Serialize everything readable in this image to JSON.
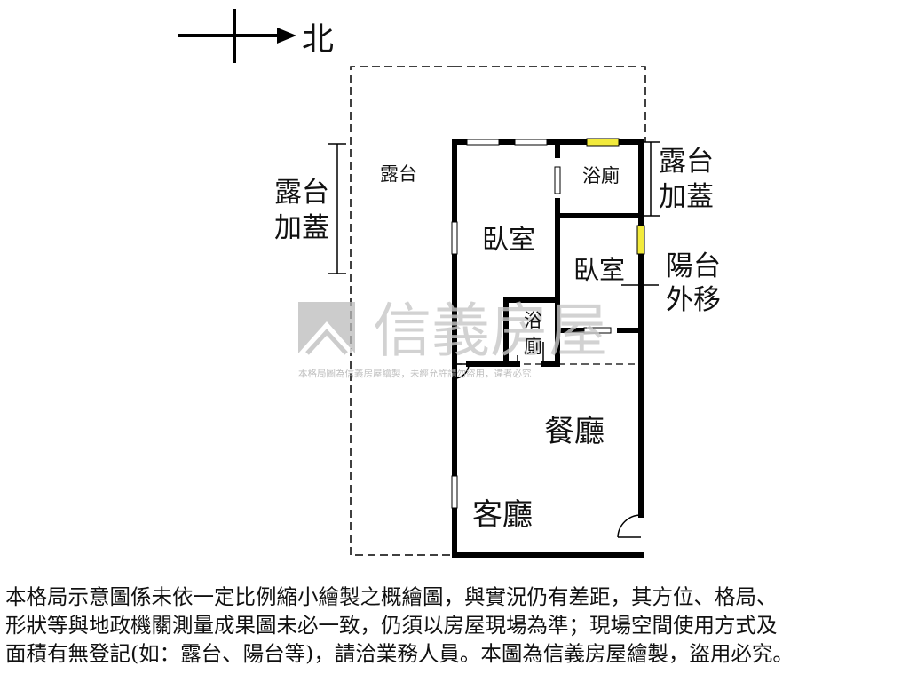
{
  "compass": {
    "label": "北"
  },
  "rooms": {
    "terrace": "露台",
    "bath_top": "浴廁",
    "bedroom_left": "臥室",
    "bedroom_right": "臥室",
    "bath_mid_line1": "浴",
    "bath_mid_line2": "廁",
    "dining": "餐廳",
    "living": "客廳"
  },
  "annotations": {
    "left_addition_line1": "露台",
    "left_addition_line2": "加蓋",
    "right_addition_line1": "露台",
    "right_addition_line2": "加蓋",
    "balcony_line1": "陽台",
    "balcony_line2": "外移"
  },
  "watermark": {
    "brand": "信義房屋",
    "notice": "本格局圖為信義房屋繪製，未經允許請勿盜用，違者必究"
  },
  "disclaimer": {
    "line1": "本格局示意圖係未依一定比例縮小繪製之概繪圖，與實況仍有差距，其方位、格局、",
    "line2": "形狀等與地政機關測量成果圖未必一致，仍須以房屋現場為準；現場空間使用方式及",
    "line3": "面積有無登記(如：露台、陽台等)，請洽業務人員。本圖為信義房屋繪製，盜用必究。"
  },
  "colors": {
    "wall": "#000000",
    "window_highlight": "#f2ea3c",
    "watermark": "#c8c8c8"
  }
}
